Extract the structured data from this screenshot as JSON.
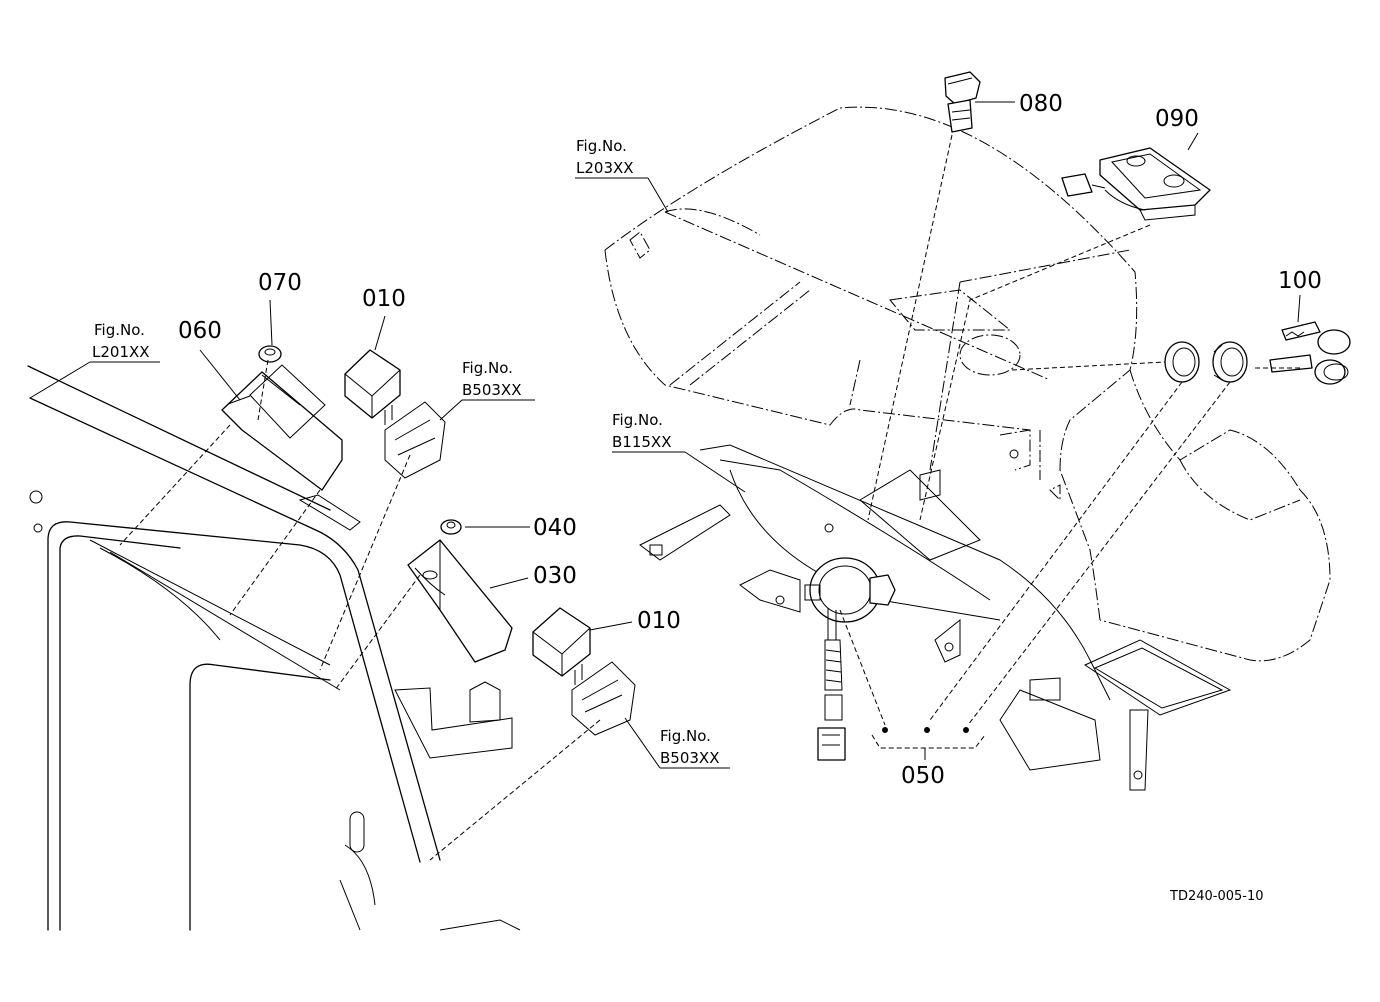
{
  "callouts": {
    "p010_upper": "010",
    "p010_lower": "010",
    "p030": "030",
    "p040": "040",
    "p050": "050",
    "p060": "060",
    "p070": "070",
    "p080": "080",
    "p090": "090",
    "p100": "100"
  },
  "figure_refs": {
    "l201": {
      "line1": "Fig.No.",
      "line2": "L201XX"
    },
    "b503_upper": {
      "line1": "Fig.No.",
      "line2": "B503XX"
    },
    "b503_lower": {
      "line1": "Fig.No.",
      "line2": "B503XX"
    },
    "l203": {
      "line1": "Fig.No.",
      "line2": "L203XX"
    },
    "b115": {
      "line1": "Fig.No.",
      "line2": "B115XX"
    }
  },
  "drawing_code": "TD240-005-10"
}
